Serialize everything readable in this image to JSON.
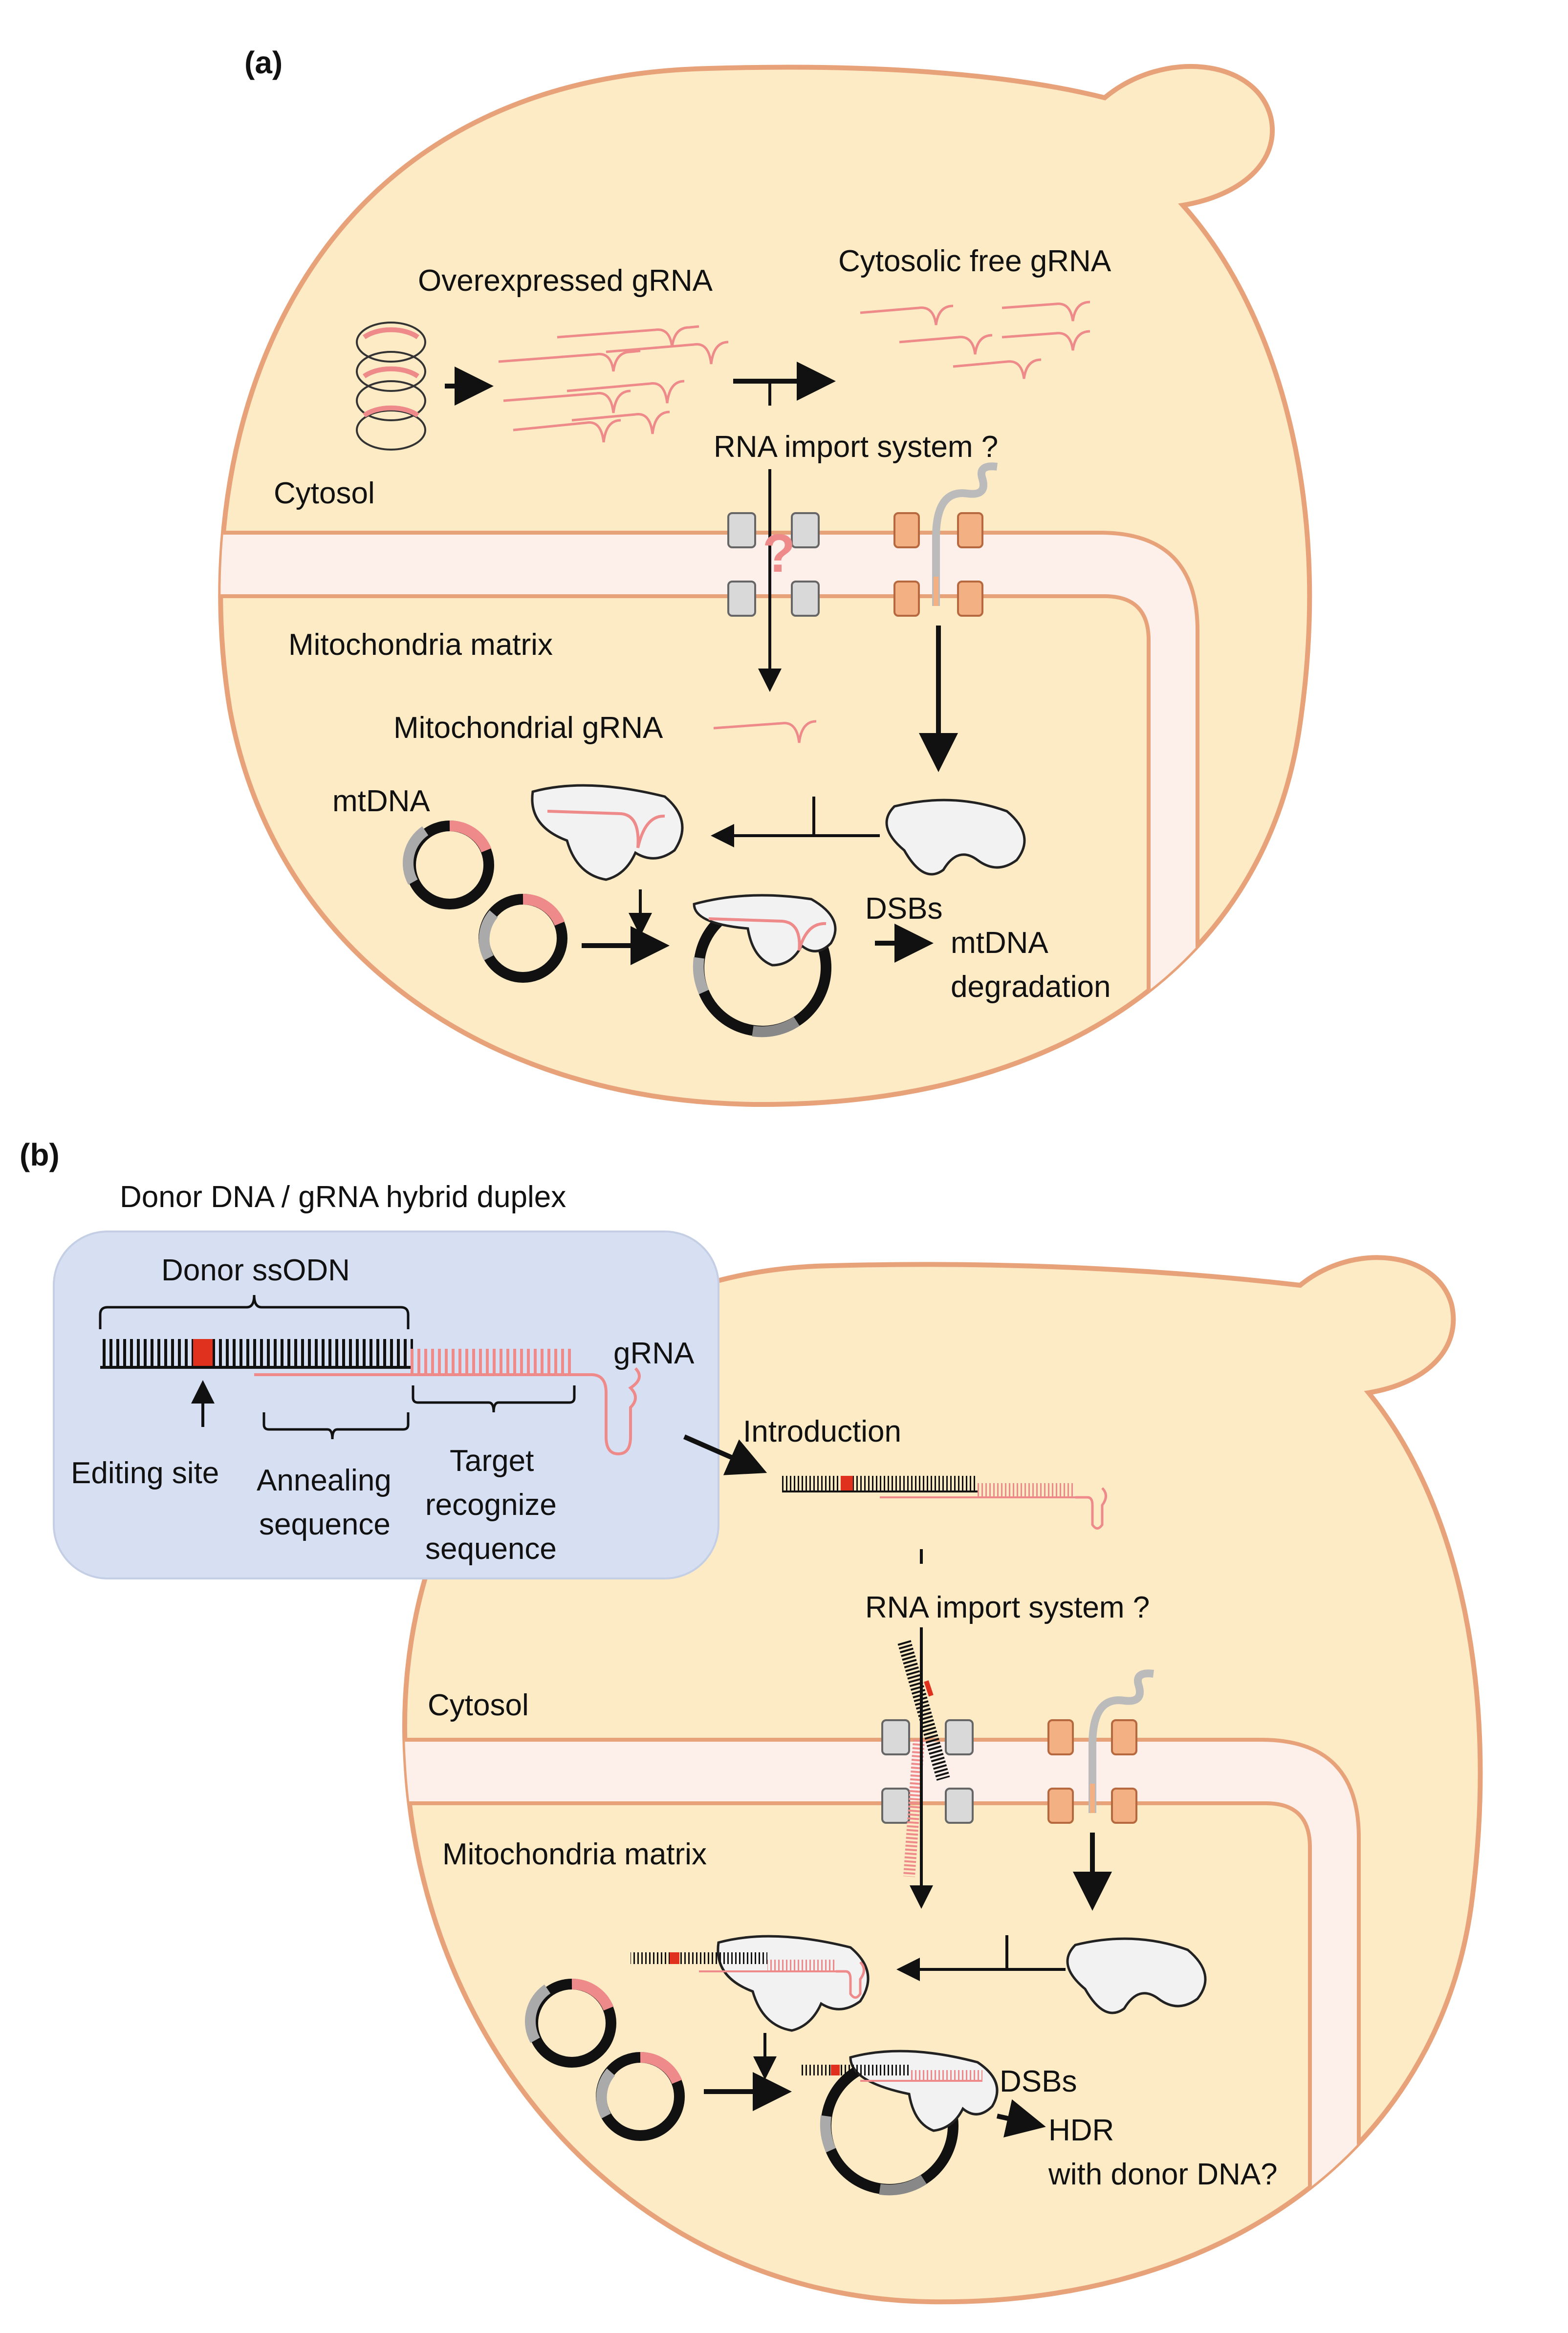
{
  "colors": {
    "cell_fill": "#fdebc6",
    "cell_stroke": "#e8a27a",
    "mito_band": "#fdf0ea",
    "rna": "#ee8a8a",
    "edit_site": "#e0301e",
    "pore_gray": "#d9d9d9",
    "pore_orange": "#f3b183",
    "protein": "#f2f2f2",
    "duplex_box": "#d7e0f3",
    "ink": "#111111"
  },
  "panel_a": {
    "label": "(a)",
    "overexpressed_grna": "Overexpressed gRNA",
    "cytosolic_free_grna": "Cytosolic free gRNA",
    "rna_import_system": "RNA import system ?",
    "cytosol": "Cytosol",
    "mitochondria_matrix": "Mitochondria matrix",
    "mitochondrial_grna": "Mitochondrial gRNA",
    "mtdna": "mtDNA",
    "dsbs": "DSBs",
    "outcome_line1": "mtDNA",
    "outcome_line2": "degradation",
    "pore_question": "?"
  },
  "panel_b": {
    "label": "(b)",
    "hybrid_duplex_title": "Donor DNA / gRNA hybrid duplex",
    "donor_ssodn": "Donor ssODN",
    "grna": "gRNA",
    "editing_site": "Editing site",
    "annealing_line1": "Annealing",
    "annealing_line2": "sequence",
    "target_line1": "Target",
    "target_line2": "recognize",
    "target_line3": "sequence",
    "introduction": "Introduction",
    "rna_import_system": "RNA import system ?",
    "cytosol": "Cytosol",
    "mitochondria_matrix": "Mitochondria matrix",
    "dsbs": "DSBs",
    "outcome_line1": "HDR",
    "outcome_line2": "with donor DNA?"
  }
}
